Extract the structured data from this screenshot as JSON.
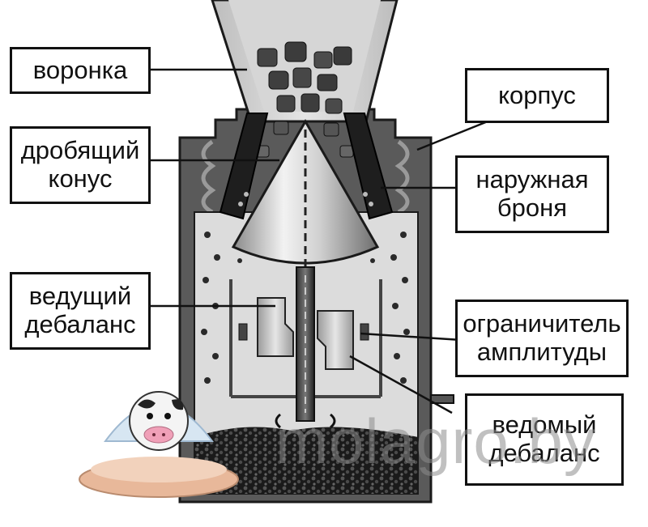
{
  "labels": {
    "funnel": "воронка",
    "housing": "корпус",
    "crushing_cone_line1": "дробящий",
    "crushing_cone_line2": "конус",
    "outer_armor_line1": "наружная",
    "outer_armor_line2": "броня",
    "drive_unbalance_line1": "ведущий",
    "drive_unbalance_line2": "дебаланс",
    "amplitude_limiter_line1": "ограничитель",
    "amplitude_limiter_line2": "амплитуды",
    "driven_unbalance_line1": "ведомый",
    "driven_unbalance_line2": "дебаланс"
  },
  "watermark": "molagro.by"
}
